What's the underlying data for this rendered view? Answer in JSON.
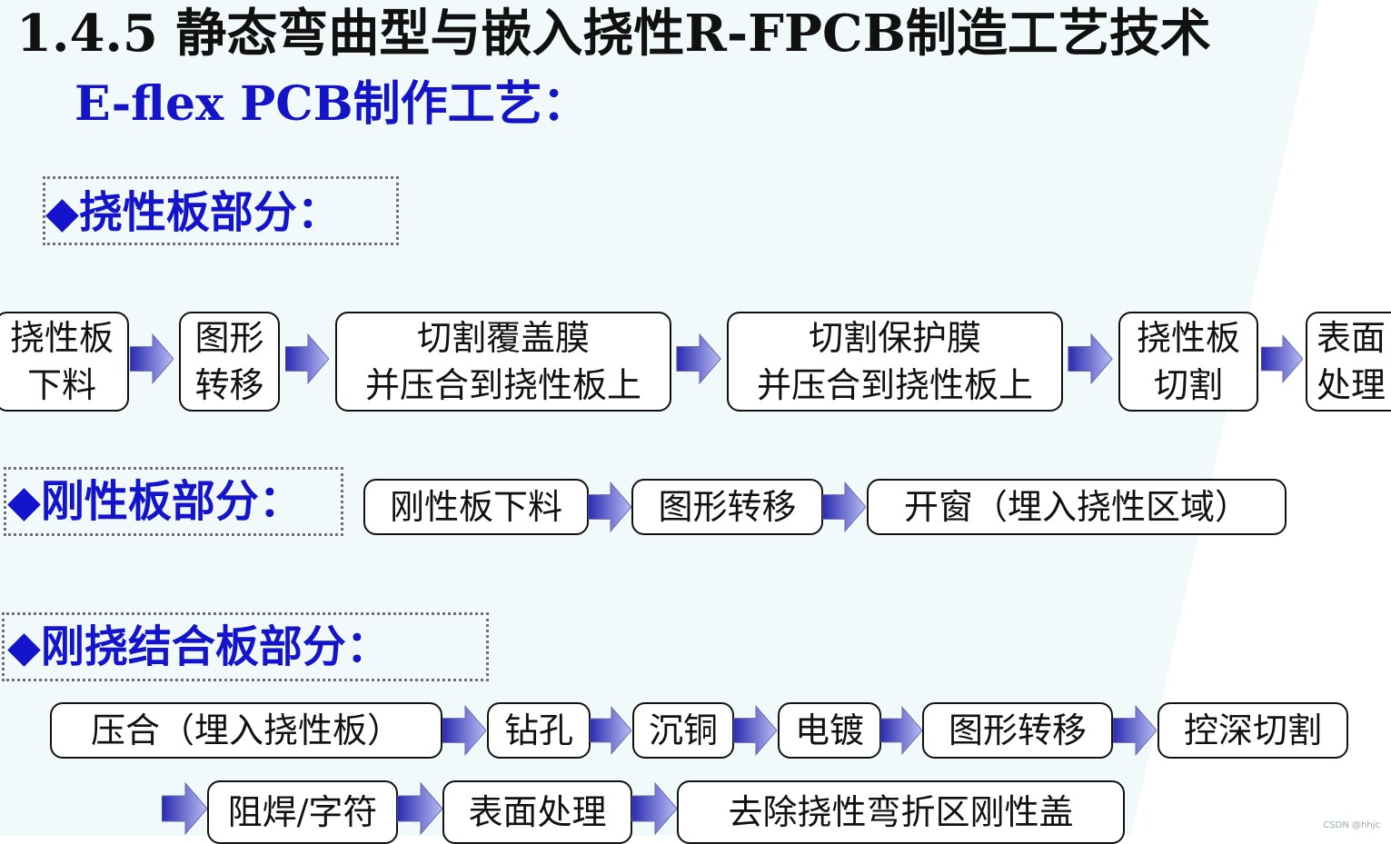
{
  "title": "1.4.5 静态弯曲型与嵌入挠性R-FPCB制造工艺技术",
  "subtitle": "E-flex PCB制作工艺：",
  "bullet_icon": "diamond-icon",
  "colors": {
    "heading_blue": "#1414cc",
    "arrow_gradient": [
      "#2a2ab0",
      "#b8bdf2"
    ]
  },
  "sections": {
    "flex": {
      "label": "挠性板部分：",
      "steps": [
        {
          "line1": "挠性板",
          "line2": "下料"
        },
        {
          "line1": "图形",
          "line2": "转移"
        },
        {
          "line1": "切割覆盖膜",
          "line2": "并压合到挠性板上"
        },
        {
          "line1": "切割保护膜",
          "line2": "并压合到挠性板上"
        },
        {
          "line1": "挠性板",
          "line2": "切割"
        },
        {
          "line1": "表面",
          "line2": "处理"
        }
      ]
    },
    "rigid": {
      "label": "刚性板部分：",
      "steps": [
        "刚性板下料",
        "图形转移",
        "开窗（埋入挠性区域）"
      ]
    },
    "rigidflex": {
      "label": "刚挠结合板部分：",
      "steps_row1": [
        "压合（埋入挠性板）",
        "钻孔",
        "沉铜",
        "电镀",
        "图形转移",
        "控深切割"
      ],
      "steps_row2": [
        "阻焊/字符",
        "表面处理",
        "去除挠性弯折区刚性盖"
      ]
    }
  },
  "watermark": "CSDN @hhjc"
}
